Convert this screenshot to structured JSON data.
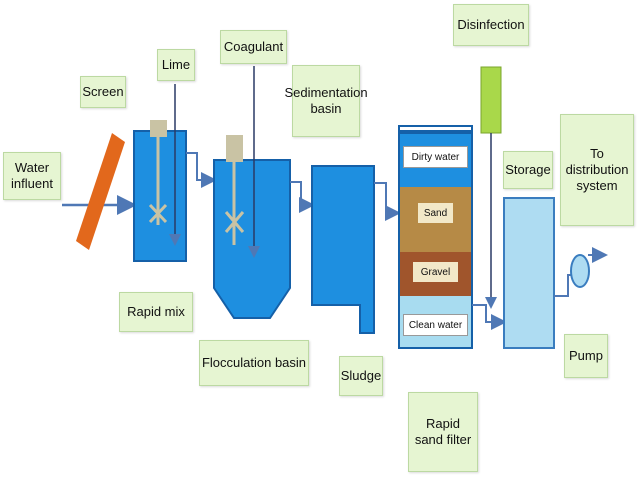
{
  "labels": {
    "water_influent": "Water\ninfluent",
    "screen": "Screen",
    "lime": "Lime",
    "coagulant": "Coagulant",
    "sedimentation_basin": "Sedimentation\nbasin",
    "disinfection": "Disinfection",
    "to_distribution": "To\ndistribution\nsystem",
    "storage": "Storage",
    "rapid_mix": "Rapid mix",
    "flocculation_basin": "Flocculation basin",
    "sludge": "Sludge",
    "rapid_sand_filter": "Rapid\nsand filter",
    "pump": "Pump"
  },
  "filter_layers": {
    "dirty_water": "Dirty water",
    "sand": "Sand",
    "gravel": "Gravel",
    "clean_water": "Clean water"
  },
  "colors": {
    "label_bg": "#e6f5d2",
    "water_blue": "#1e8fe0",
    "screen_orange": "#e2681c",
    "sand": "#b68a46",
    "gravel": "#a0552c",
    "clean_water": "#a8dcf0",
    "storage": "#aedcf2",
    "disinfectant": "#a9d84a",
    "flow_arrow": "#4f78b5"
  }
}
